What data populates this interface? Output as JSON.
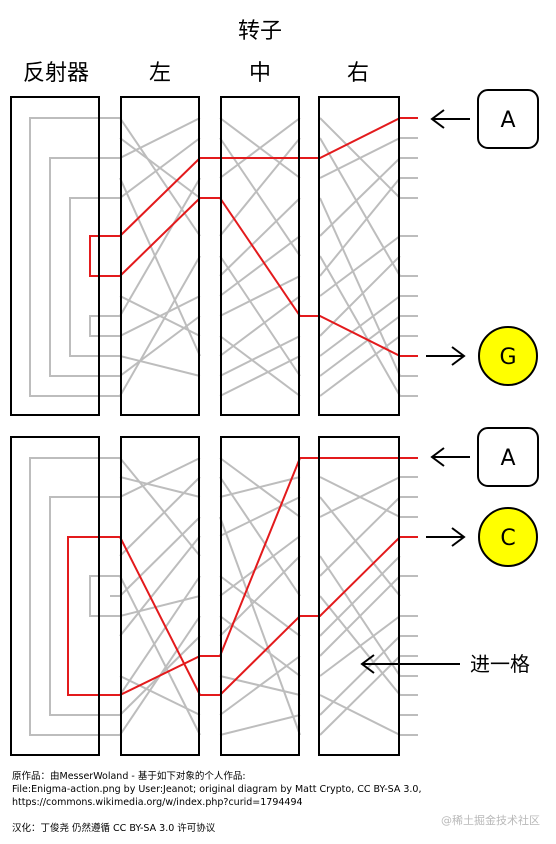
{
  "header": {
    "title": "转子"
  },
  "columns": {
    "reflector": "反射器",
    "left": "左",
    "middle": "中",
    "right": "右"
  },
  "top_panel": {
    "input_key": "A",
    "output_lamp": "G"
  },
  "bottom_panel": {
    "input_key": "A",
    "output_lamp": "C",
    "step_label": "进一格"
  },
  "colors": {
    "signal": "#e31a1c",
    "wire": "#bdbdbd",
    "lamp": "#ffff00"
  },
  "credits": {
    "line1": "原作品：由MesserWoland - 基于如下对象的个人作品:",
    "line2": "File:Enigma-action.png by User:Jeanot; original diagram by Matt Crypto, CC BY-SA 3.0,",
    "line3": "https://commons.wikimedia.org/w/index.php?curid=1794494",
    "translation": "汉化：丁俊尧      仍然遵循 CC BY-SA 3.0 许可协议"
  },
  "watermark": "@稀土掘金技术社区"
}
